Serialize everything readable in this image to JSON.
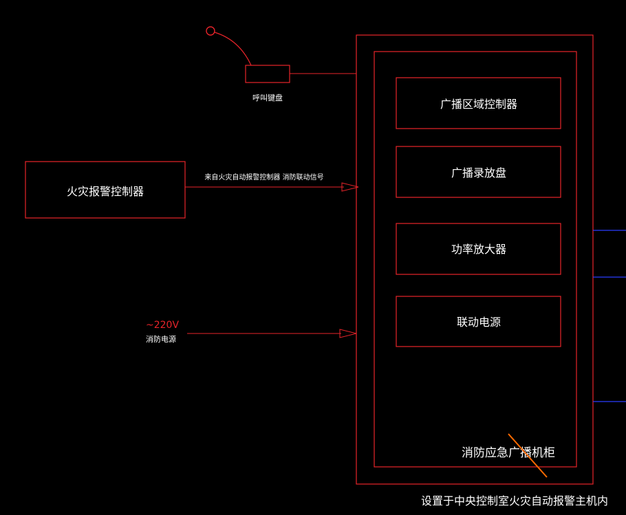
{
  "diagram": {
    "colors": {
      "background": "#000000",
      "line": "#e8242a",
      "text": "#ffffff",
      "voltage_text": "#e8242a",
      "output_line": "#2a3cff",
      "slash": "#ff6a00"
    },
    "keyboard": {
      "label": "呼叫键盘"
    },
    "controller": {
      "label": "火灾报警控制器"
    },
    "signal": {
      "label": "来自火灾自动报警控制器 消防联动信号"
    },
    "power": {
      "voltage": "~220V",
      "label": "消防电源"
    },
    "cabinet": {
      "modules": [
        "广播区域控制器",
        "广播录放盘",
        "功率放大器",
        "联动电源"
      ],
      "label": "消防应急广播机柜",
      "location_note": "设置于中央控制室火灾自动报警主机内"
    }
  }
}
